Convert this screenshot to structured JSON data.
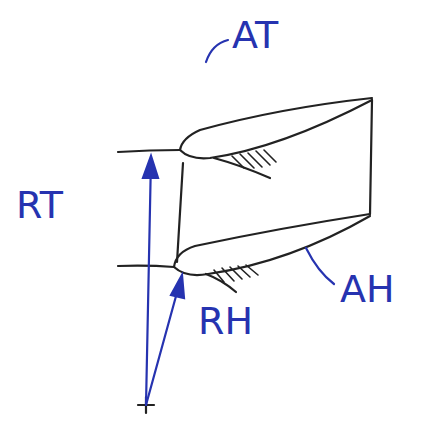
{
  "diagram": {
    "labels": [
      "AT",
      "AH",
      "RT",
      "RH"
    ]
  }
}
